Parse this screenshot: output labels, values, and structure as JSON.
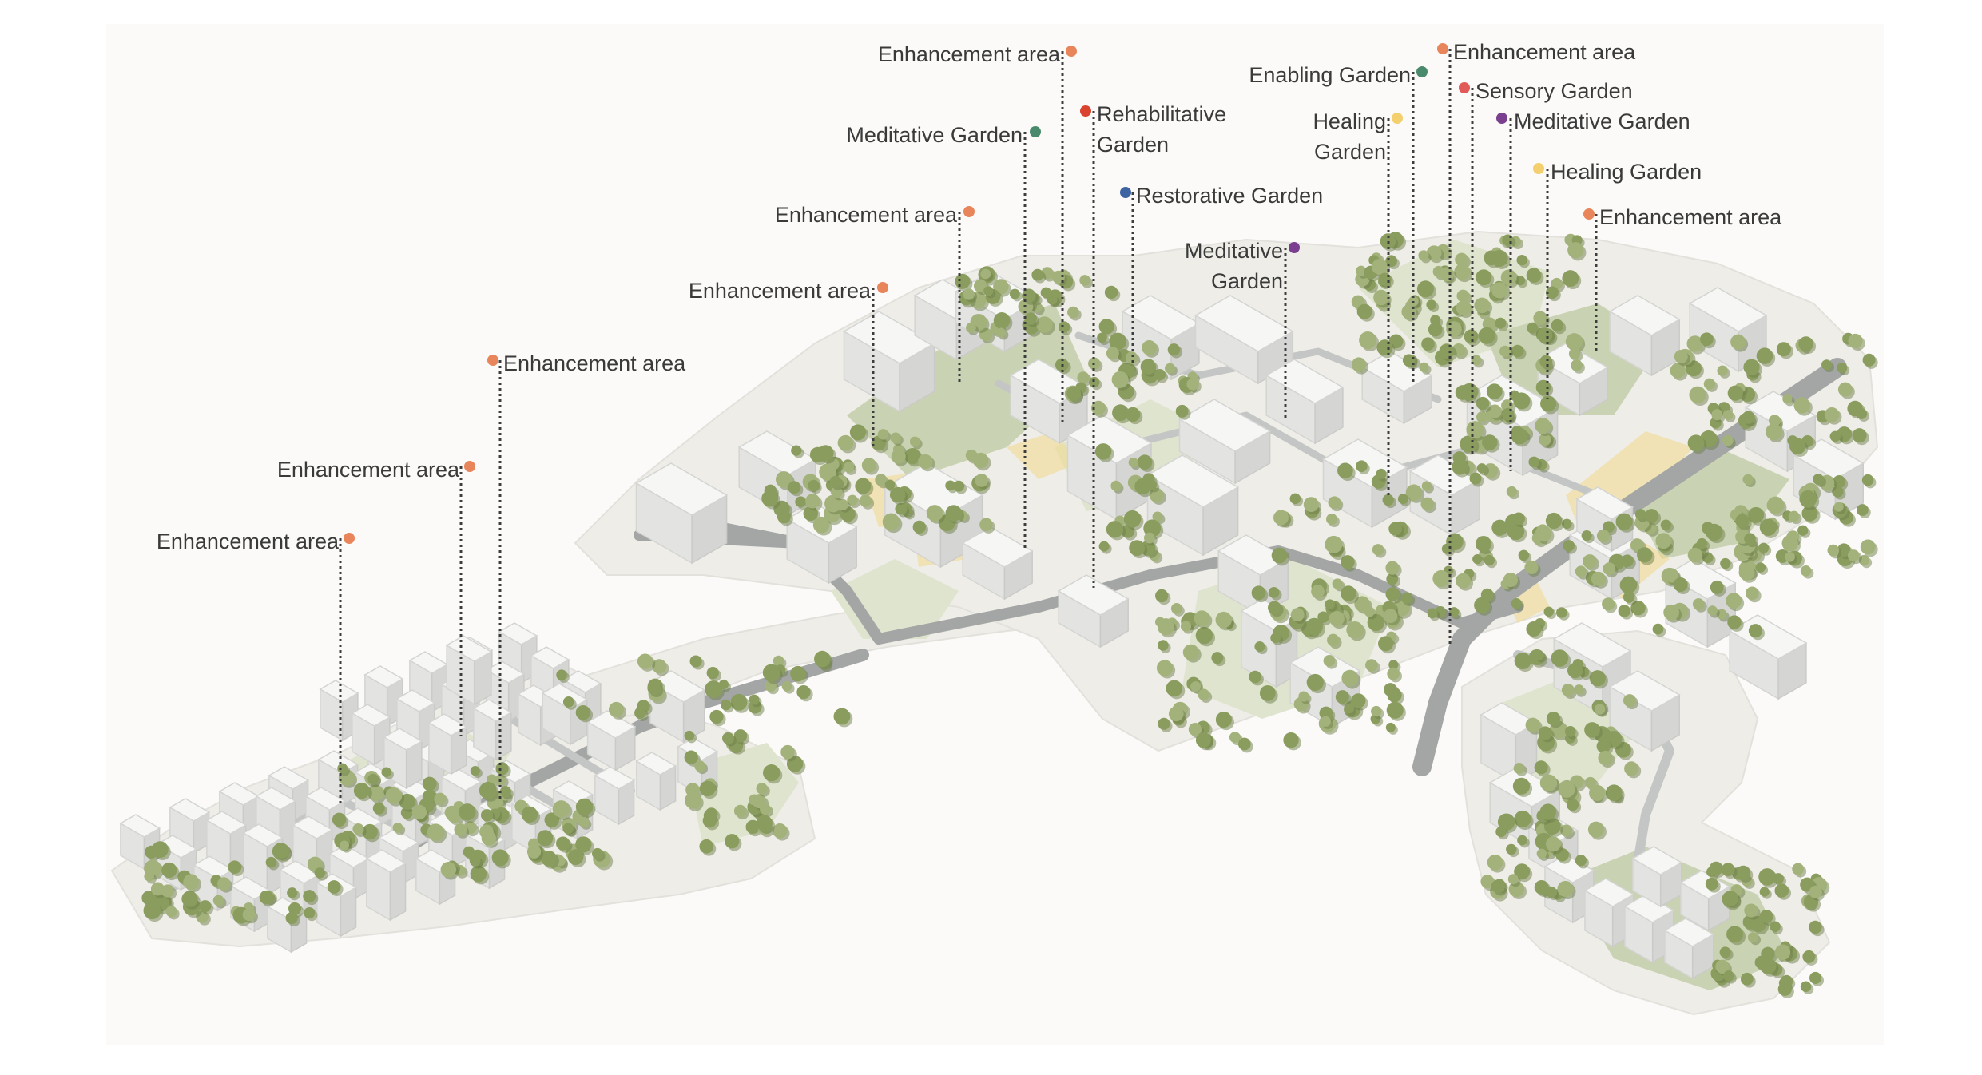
{
  "colors": {
    "enhancement": "#e8855a",
    "meditative_green": "#4a8a6c",
    "meditative_purple": "#7a3f8f",
    "rehabilitative": "#d9432f",
    "restorative": "#3d63a3",
    "enabling": "#4a8a6c",
    "healing": "#f3cf6e",
    "sensory": "#e15a58"
  },
  "labels": [
    {
      "id": "enh-1",
      "lines": [
        "Enhancement area"
      ],
      "color": "enhancement",
      "icon": "enhancement-area-marker"
    },
    {
      "id": "enh-2",
      "lines": [
        "Enhancement area"
      ],
      "color": "enhancement",
      "icon": "enhancement-area-marker"
    },
    {
      "id": "enh-3",
      "lines": [
        "Enhancement area"
      ],
      "color": "enhancement",
      "icon": "enhancement-area-marker"
    },
    {
      "id": "enh-4",
      "lines": [
        "Enhancement area"
      ],
      "color": "enhancement",
      "icon": "enhancement-area-marker"
    },
    {
      "id": "enh-5",
      "lines": [
        "Enhancement area"
      ],
      "color": "enhancement",
      "icon": "enhancement-area-marker"
    },
    {
      "id": "enh-6",
      "lines": [
        "Enhancement area"
      ],
      "color": "enhancement",
      "icon": "enhancement-area-marker"
    },
    {
      "id": "med-1",
      "lines": [
        "Meditative Garden"
      ],
      "color": "meditative_green",
      "icon": "meditative-garden-marker"
    },
    {
      "id": "rehab",
      "lines": [
        "Rehabilitative",
        "Garden"
      ],
      "color": "rehabilitative",
      "icon": "rehabilitative-garden-marker"
    },
    {
      "id": "restor",
      "lines": [
        "Restorative Garden"
      ],
      "color": "restorative",
      "icon": "restorative-garden-marker"
    },
    {
      "id": "med-2",
      "lines": [
        "Meditative",
        "Garden"
      ],
      "color": "meditative_purple",
      "icon": "meditative-garden-marker"
    },
    {
      "id": "enabling",
      "lines": [
        "Enabling Garden"
      ],
      "color": "enabling",
      "icon": "enabling-garden-marker"
    },
    {
      "id": "healing-1",
      "lines": [
        "Healing",
        "Garden"
      ],
      "color": "healing",
      "icon": "healing-garden-marker"
    },
    {
      "id": "enh-7",
      "lines": [
        "Enhancement area"
      ],
      "color": "enhancement",
      "icon": "enhancement-area-marker"
    },
    {
      "id": "sensory",
      "lines": [
        "Sensory Garden"
      ],
      "color": "sensory",
      "icon": "sensory-garden-marker"
    },
    {
      "id": "med-3",
      "lines": [
        "Meditative Garden"
      ],
      "color": "meditative_purple",
      "icon": "meditative-garden-marker"
    },
    {
      "id": "healing-2",
      "lines": [
        "Healing Garden"
      ],
      "color": "healing",
      "icon": "healing-garden-marker"
    },
    {
      "id": "enh-8",
      "lines": [
        "Enhancement area"
      ],
      "color": "enhancement",
      "icon": "enhancement-area-marker"
    }
  ]
}
